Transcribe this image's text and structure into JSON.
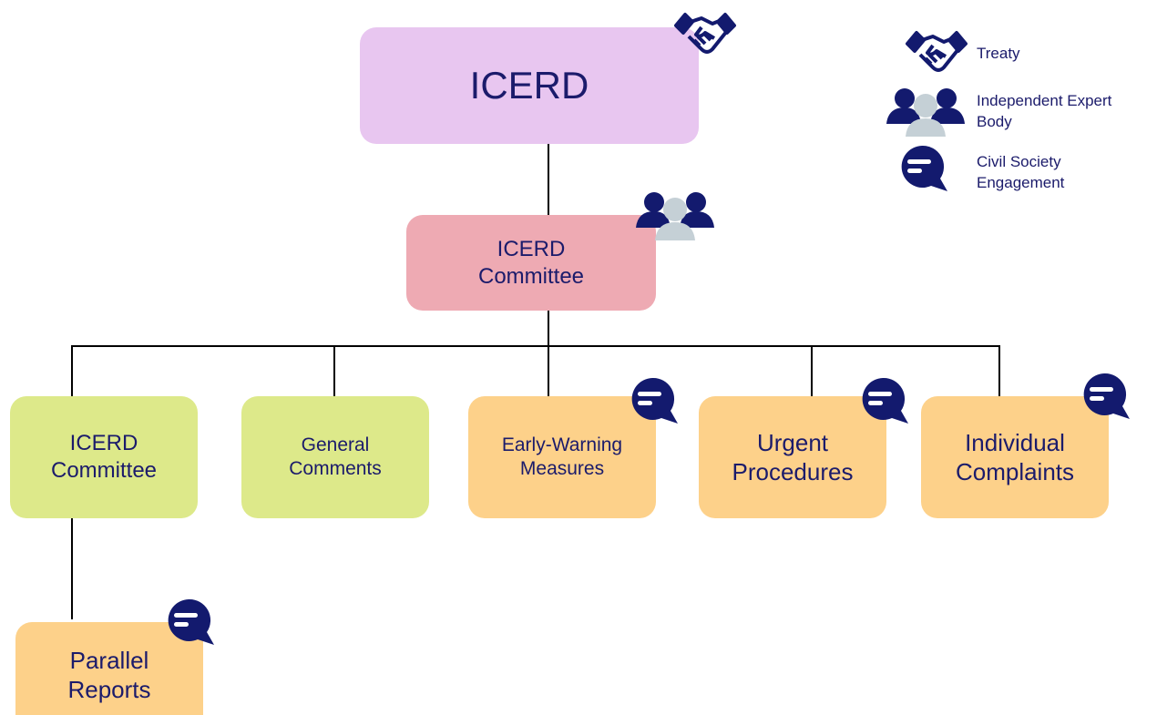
{
  "colors": {
    "treaty": "#e8c6f0",
    "committee": "#eeaab3",
    "green": "#dde98a",
    "orange": "#fdd18a",
    "navy": "#131a6e",
    "grey": "#c5d0d6"
  },
  "nodes": {
    "icerd": "ICERD",
    "committee": [
      "ICERD",
      "Committee"
    ],
    "reporting": [
      "ICERD",
      "Committee"
    ],
    "general_comments": [
      "General",
      "Comments"
    ],
    "early_warning": [
      "Early-Warning",
      "Measures"
    ],
    "urgent": [
      "Urgent",
      "Procedures"
    ],
    "individual": [
      "Individual",
      "Complaints"
    ],
    "parallel": [
      "Parallel",
      "Reports"
    ]
  },
  "legend": {
    "treaty": "Treaty",
    "expert": [
      "Independent Expert",
      "Body"
    ],
    "civil": [
      "Civil Society",
      "Engagement"
    ]
  },
  "icons": {
    "treaty": "handshake-icon",
    "expert": "people-group-icon",
    "civil": "speech-bubble-icon"
  }
}
